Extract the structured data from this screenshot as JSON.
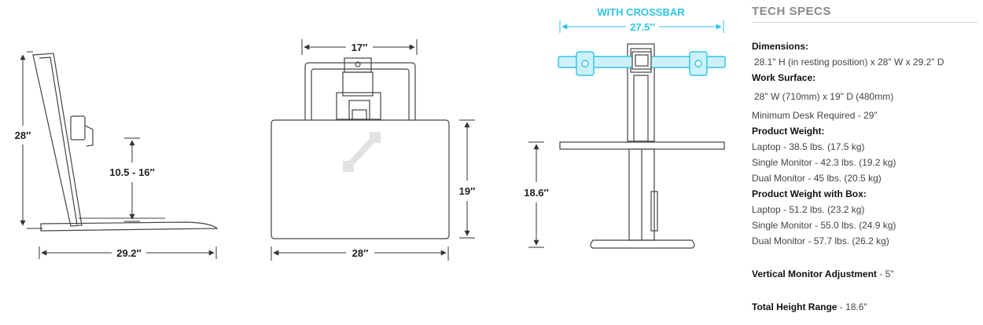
{
  "diagram": {
    "side_view": {
      "height_label": "28″",
      "adjust_label": "10.5 - 16″",
      "depth_label": "29.2″"
    },
    "top_view": {
      "width_label": "17″",
      "surface_width_label": "28″",
      "surface_depth_label": "19″"
    },
    "front_view": {
      "crossbar_title": "WITH CROSSBAR",
      "crossbar_label": "27.5″",
      "surface_height_label": "18.6″"
    },
    "colors": {
      "line": "#444444",
      "crossbar": "#2ec4e6"
    }
  },
  "specs": {
    "title": "TECH SPECS",
    "dimensions_heading": "Dimensions:",
    "dimensions_value": "28.1\" H (in resting position) x 28\" W x 29.2\" D",
    "work_surface_heading": "Work Surface:",
    "work_surface_value": "28\" W (710mm) x 19\" D (480mm)",
    "min_desk": "Minimum Desk Required - 29\"",
    "weight_heading": "Product Weight:",
    "weight_items": [
      "Laptop - 38.5 lbs. (17.5 kg)",
      "Single Monitor - 42.3 lbs. (19.2 kg)",
      "Dual Monitor - 45 lbs. (20.5 kg)"
    ],
    "weight_box_heading": "Product Weight with Box:",
    "weight_box_items": [
      "Laptop - 51.2 lbs. (23.2 kg)",
      "Single Monitor - 55.0 lbs. (24.9 kg)",
      "Dual Monitor - 57.7 lbs. (26.2 kg)"
    ],
    "vertical_adj_label": "Vertical Monitor Adjustment",
    "vertical_adj_value": " - 5\"",
    "height_range_label": "Total Height Range",
    "height_range_value": " - 18.6\""
  }
}
